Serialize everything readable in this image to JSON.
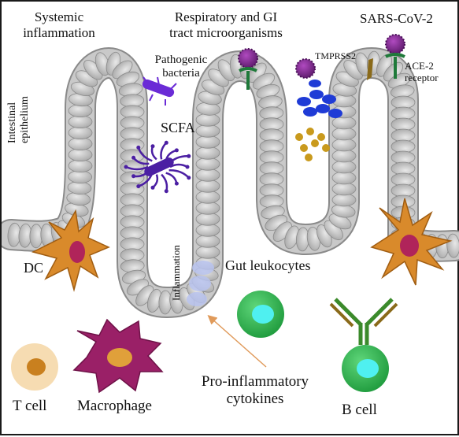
{
  "labels": {
    "systemic_line1": "Systemic",
    "systemic_line2": "inflammation",
    "respiratory_line1": "Respiratory and GI",
    "respiratory_line2": "tract microorganisms",
    "sars": "SARS-CoV-2",
    "tmprss2": "TMPRSS2",
    "ace2_line1": "ACE-2",
    "ace2_line2": "receptor",
    "pathogenic_line1": "Pathogenic",
    "pathogenic_line2": "bacteria",
    "intestinal_line1": "Intestinal",
    "intestinal_line2": "epithelium",
    "scfa": "SCFA",
    "dc": "DC",
    "inflammation": "Inflammation",
    "gut_leukocytes": "Gut leukocytes",
    "proinflam_line1": "Pro-inflammatory",
    "proinflam_line2": "cytokines",
    "t_cell": "T cell",
    "macrophage": "Macrophage",
    "b_cell": "B cell"
  },
  "colors": {
    "epithelium_cell": "#c8c8c8",
    "epithelium_outline": "#8a8a8a",
    "virus": "#7b2a8c",
    "receptor": "#1f7a3a",
    "tmprss2": "#8a6a1a",
    "bacteria": "#6a2bd6",
    "dendritic_cell": "#d98a2b",
    "dc_nucleus": "#b0245a",
    "scfa_molecule": "#4b1fa3",
    "blue_particles": "#1f3bd6",
    "gold_particles": "#c99a1d",
    "leukocyte": "#b9c3ee",
    "t_cell_body": "#f6dcb2",
    "t_cell_nucleus": "#c9801f",
    "macrophage_body": "#9a2067",
    "macrophage_nucleus": "#e0a03a",
    "green_cell": "#2bb34a",
    "cyan_nucleus": "#4ff0f0",
    "antibody": "#3b8a2b",
    "arrow": "#e09a5a"
  }
}
